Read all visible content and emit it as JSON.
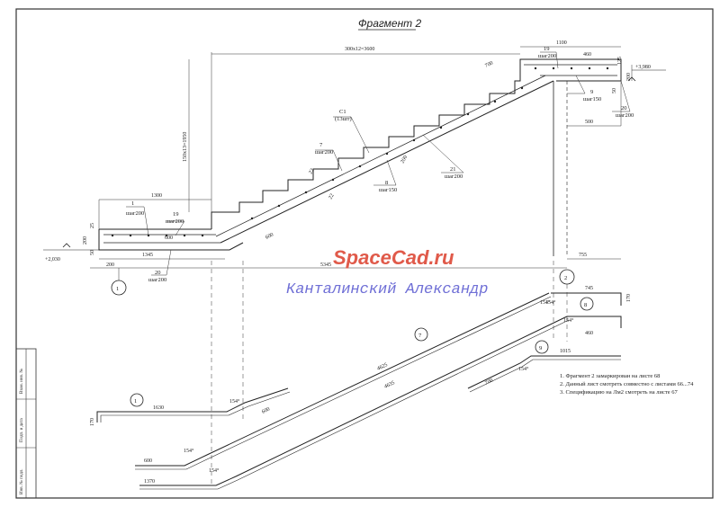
{
  "title": "Фрагмент 2",
  "watermark": {
    "site": "SpaceCad.ru",
    "author": "Канталинский Александр"
  },
  "levels": {
    "top": "+3,980",
    "bottom": "+2,030"
  },
  "dims": {
    "run_total": "300х12=3600",
    "rise_total": "150х13=1950",
    "top_landing": "1100",
    "top_460": "460",
    "top_700": "700",
    "right_200": "200",
    "right_500": "500",
    "right_755": "755",
    "left_1300": "1300",
    "bottom_1345": "1345",
    "bottom_5345": "5345",
    "bottom_200": "200",
    "left_25": "25",
    "left_200": "200",
    "left_50": "50",
    "top_125": "125",
    "top_50": "50",
    "span_600_a": "600",
    "span_600_b": "600",
    "span_200": "200",
    "span_22": "22",
    "span_22b": "22"
  },
  "callouts": {
    "c1": {
      "num": "1",
      "step": "шаг200"
    },
    "c19a": {
      "num": "19",
      "step": "шаг200"
    },
    "c20a": {
      "num": "20",
      "step": "шаг200"
    },
    "c7": {
      "num": "7",
      "step": "шаг200"
    },
    "c8": {
      "num": "8",
      "step": "шаг150"
    },
    "c21": {
      "num": "21",
      "step": "шаг200"
    },
    "cC1": {
      "num": "С1",
      "step": "(13шт)"
    },
    "c19b": {
      "num": "19",
      "step": "шаг200"
    },
    "c9": {
      "num": "9",
      "step": "шаг150"
    },
    "c20b": {
      "num": "20",
      "step": "шаг200"
    }
  },
  "axes": {
    "a1": "1",
    "a2": "2"
  },
  "details": {
    "d1": {
      "num": "1",
      "len": "1630",
      "leg": "170",
      "angle": "154°",
      "tail": "600"
    },
    "d7": {
      "num": "7",
      "len1": "4625",
      "len2": "4635",
      "start1": "600",
      "start2": "1370",
      "angle1": "154°",
      "angle2": "154°",
      "angle3": "154°",
      "angle4": "154°"
    },
    "d8": {
      "num": "8",
      "len": "745",
      "leg": "170",
      "bottom": "460",
      "angle": "154°"
    },
    "d9": {
      "num": "9",
      "len": "1015",
      "tail": "700",
      "angle": "154°"
    }
  },
  "notes": [
    "1. Фрагмент 2 замаркирован на листе 68",
    "2. Данный лист смотреть совместно с листами 66...74",
    "3. Спецификацию на Лм2 смотреть на листе 67"
  ],
  "stamp": [
    "Взам. инв. №",
    "Подп. и дата",
    "Инв. № подл."
  ]
}
